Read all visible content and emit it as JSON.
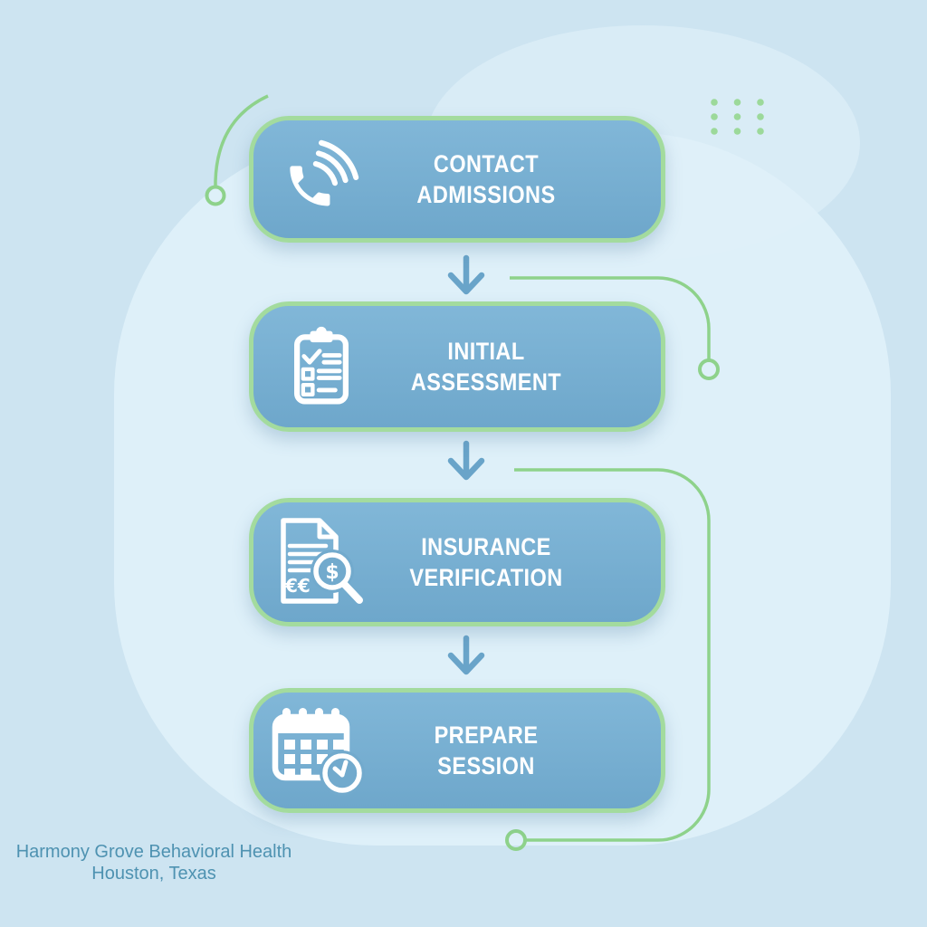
{
  "steps": [
    {
      "name": "contact-admissions",
      "icon": "phone-call-icon",
      "lines": [
        "CONTACT ADMISSIONS"
      ]
    },
    {
      "name": "initial-assessment",
      "icon": "clipboard-checklist-icon",
      "lines": [
        "INITIAL",
        "ASSESSMENT"
      ]
    },
    {
      "name": "insurance-verification",
      "icon": "insurance-document-magnifier-icon",
      "lines": [
        "INSURANCE",
        "VERIFICATION"
      ],
      "icon_glyphs": [
        "€€",
        "$"
      ]
    },
    {
      "name": "prepare-session",
      "icon": "calendar-clock-icon",
      "lines": [
        "PREPARE SESSION"
      ]
    }
  ],
  "flow": {
    "arrow_count": 3,
    "direction": "top-to-bottom"
  },
  "footer": {
    "org": "Harmony Grove Behavioral Health",
    "location": "Houston, Texas"
  },
  "palette": {
    "background": "#cde4f1",
    "background_blob": "#def0f9",
    "box_fill_top": "#81b7d8",
    "box_fill_bottom": "#6ea7cb",
    "box_border_green": "#a3db9e",
    "connector_green": "#8ed28b",
    "dot_green": "#9cd99a",
    "arrow_blue": "#69a4c9",
    "footer_text": "#4e92b1",
    "icon_color": "#ffffff"
  }
}
